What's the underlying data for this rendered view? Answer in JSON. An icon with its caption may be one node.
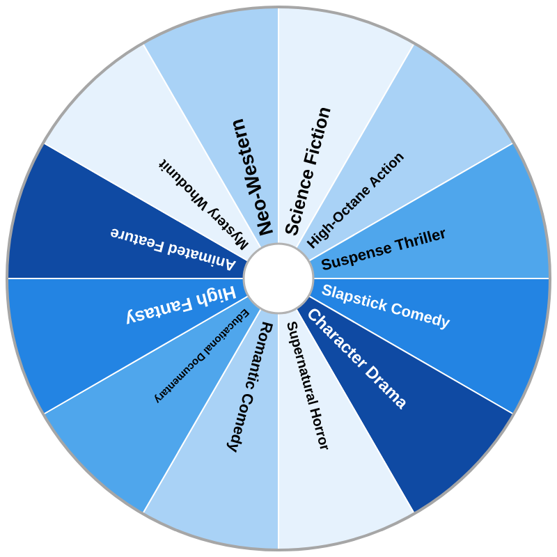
{
  "diagram": {
    "nodes": [
      {
        "text": [
          "Science Fiction"
        ]
      },
      {
        "text": [
          "High-Octane Action"
        ]
      },
      {
        "text": [
          "Suspense Thriller"
        ]
      },
      {
        "text": [
          "Slapstick Comedy"
        ]
      },
      {
        "text": [
          "Character Drama"
        ]
      },
      {
        "text": [
          "Supernatural Horror"
        ]
      },
      {
        "text": [
          "Romantic Comedy"
        ]
      },
      {
        "text": [
          "Educational Documentary"
        ]
      },
      {
        "text": [
          "High Fantasy"
        ]
      },
      {
        "text": [
          "Animated Feature"
        ]
      },
      {
        "text": [
          "Mystery Whodunit"
        ]
      },
      {
        "text": [
          "Neo-Western"
        ]
      }
    ]
  }
}
